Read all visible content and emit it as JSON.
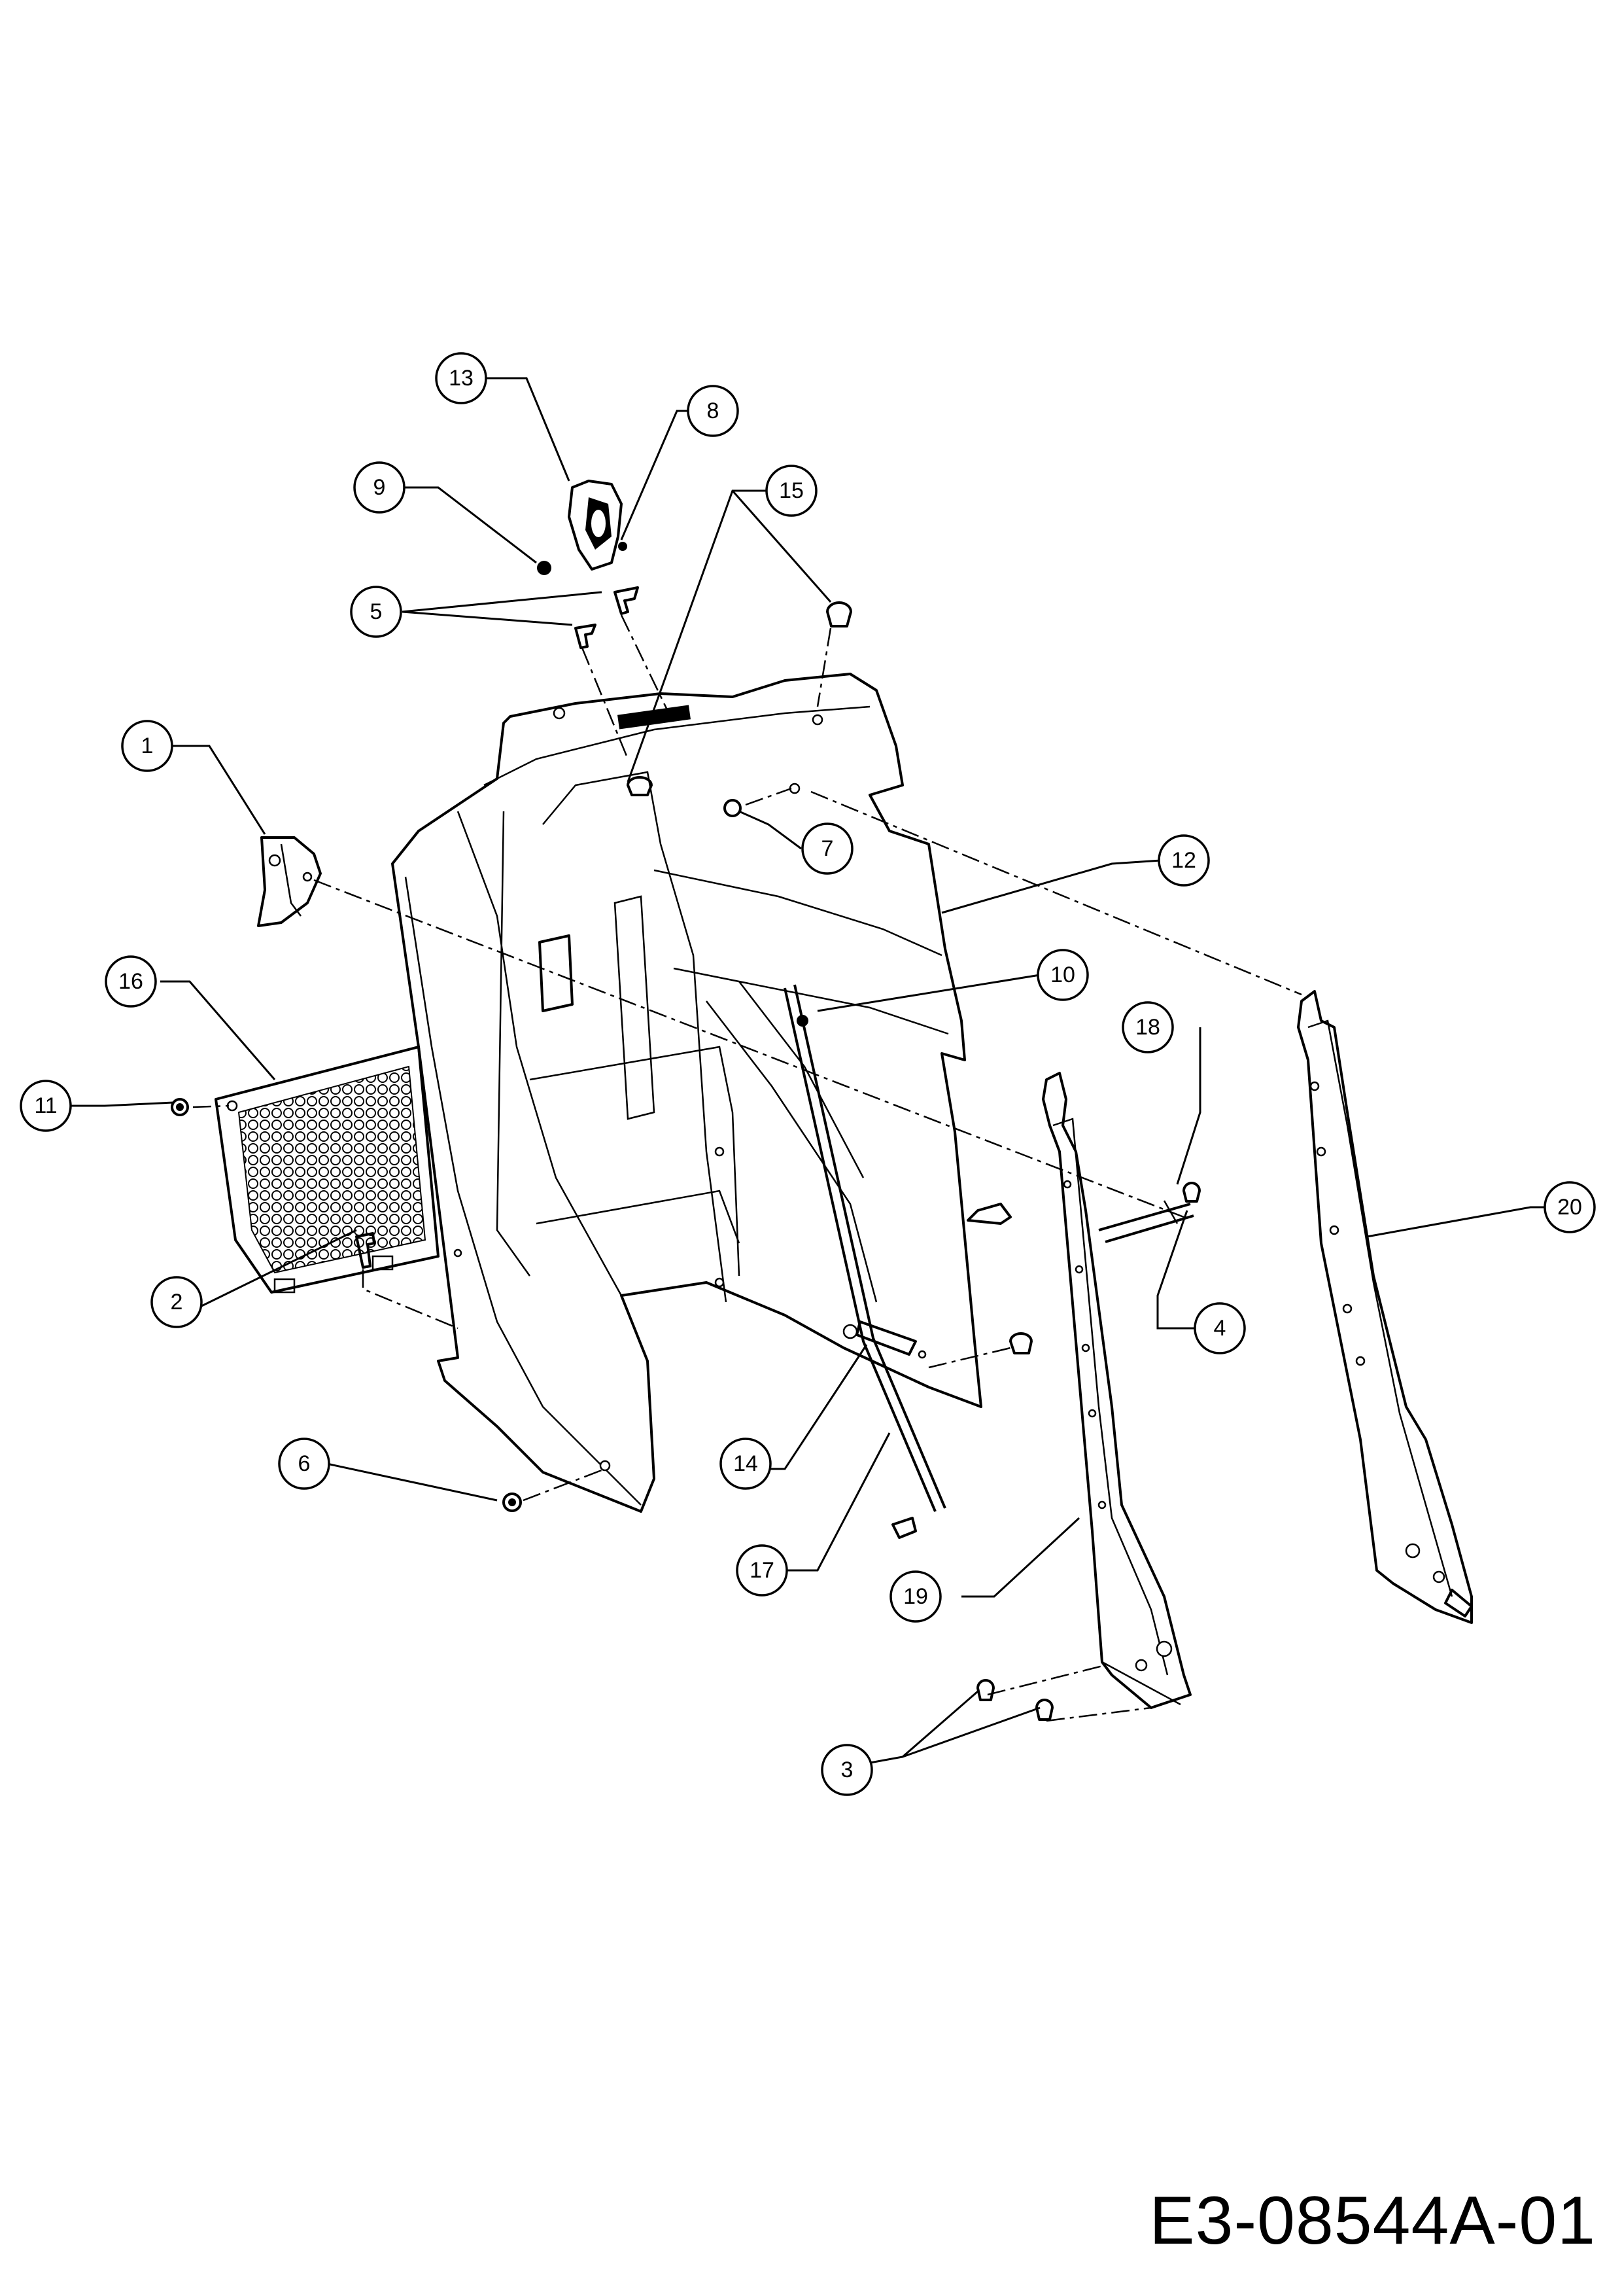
{
  "drawing_code": "E3-08544A-01",
  "callouts": [
    {
      "label": "1"
    },
    {
      "label": "2"
    },
    {
      "label": "3"
    },
    {
      "label": "4"
    },
    {
      "label": "5"
    },
    {
      "label": "6"
    },
    {
      "label": "7"
    },
    {
      "label": "8"
    },
    {
      "label": "9"
    },
    {
      "label": "10"
    },
    {
      "label": "11"
    },
    {
      "label": "12"
    },
    {
      "label": "13"
    },
    {
      "label": "14"
    },
    {
      "label": "15"
    },
    {
      "label": "16"
    },
    {
      "label": "17"
    },
    {
      "label": "18"
    },
    {
      "label": "19"
    },
    {
      "label": "20"
    }
  ]
}
